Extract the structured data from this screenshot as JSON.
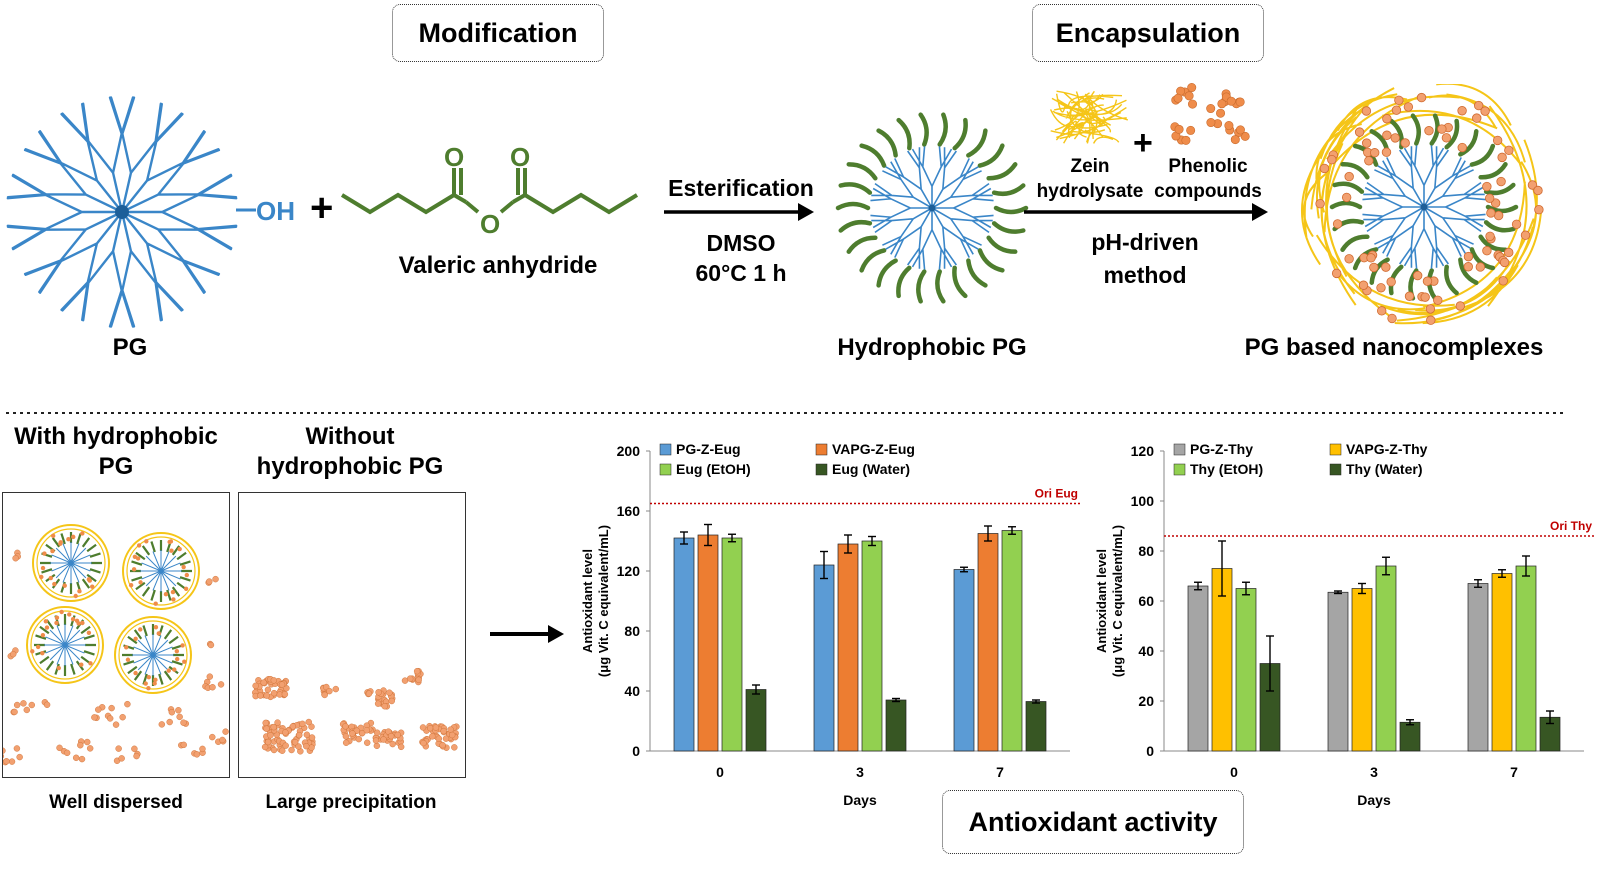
{
  "top": {
    "modification_label": "Modification",
    "encapsulation_label": "Encapsulation",
    "pg_label": "PG",
    "oh_label": "OH",
    "plus": "+",
    "valeric_label": "Valeric anhydride",
    "ester_o1": "O",
    "ester_o2": "O",
    "ester_o3": "O",
    "reaction": {
      "name": "Esterification",
      "solvent": "DMSO",
      "conditions": "60°C 1 h"
    },
    "hydrophobic_pg_label": "Hydrophobic PG",
    "zein_label": "Zein hydrolysate",
    "phenolic_label": "Phenolic compounds",
    "method_label": "pH-driven method",
    "nanocomplex_label": "PG based nanocomplexes"
  },
  "bottom": {
    "with_label": "With hydrophobic PG",
    "without_label": "Without hydrophobic PG",
    "well_dispersed": "Well dispersed",
    "large_precip": "Large precipitation",
    "antioxidant_label": "Antioxidant activity"
  },
  "colors": {
    "pg_blue": "#3a86c8",
    "chain_green": "#4e7d2e",
    "zein_yellow": "#f5c518",
    "phenolic_orange": "#ef8c4a"
  },
  "chart_data": [
    {
      "type": "bar",
      "categories": [
        "0",
        "3",
        "7"
      ],
      "xlabel": "Days",
      "ylabel": "Antioxidant level (μg Vit. C equivalent/mL)",
      "ylim": [
        0,
        200
      ],
      "yticks": [
        0,
        40,
        80,
        120,
        160,
        200
      ],
      "reference_line": {
        "label": "Ori Eug",
        "value": 165
      },
      "legend": "top",
      "series": [
        {
          "name": "PG-Z-Eug",
          "color": "#5b9bd5",
          "values": [
            142,
            124,
            121
          ],
          "errors": [
            4,
            9,
            1.5
          ]
        },
        {
          "name": "VAPG-Z-Eug",
          "color": "#ed7d31",
          "values": [
            144,
            138,
            145
          ],
          "errors": [
            7,
            6,
            5
          ]
        },
        {
          "name": "Eug (EtOH)",
          "color": "#92d050",
          "values": [
            142,
            140,
            147
          ],
          "errors": [
            2.5,
            3,
            2.5
          ]
        },
        {
          "name": "Eug (Water)",
          "color": "#375623",
          "values": [
            41,
            34,
            33
          ],
          "errors": [
            3,
            1,
            1
          ]
        }
      ]
    },
    {
      "type": "bar",
      "categories": [
        "0",
        "3",
        "7"
      ],
      "xlabel": "Days",
      "ylabel": "Antioxidant level (μg Vit. C equivalent/mL)",
      "ylim": [
        0,
        120
      ],
      "yticks": [
        0,
        20,
        40,
        60,
        80,
        100,
        120
      ],
      "reference_line": {
        "label": "Ori Thy",
        "value": 86
      },
      "legend": "top",
      "series": [
        {
          "name": "PG-Z-Thy",
          "color": "#a5a5a5",
          "values": [
            66,
            63.5,
            67
          ],
          "errors": [
            1.5,
            0.5,
            1.5
          ]
        },
        {
          "name": "VAPG-Z-Thy",
          "color": "#ffc000",
          "values": [
            73,
            65,
            71
          ],
          "errors": [
            11,
            2,
            1.5
          ]
        },
        {
          "name": "Thy (EtOH)",
          "color": "#92d050",
          "values": [
            65,
            74,
            74
          ],
          "errors": [
            2.5,
            3.5,
            4
          ]
        },
        {
          "name": "Thy (Water)",
          "color": "#375623",
          "values": [
            35,
            11.5,
            13.5
          ],
          "errors": [
            11,
            1,
            2.5
          ]
        }
      ]
    }
  ]
}
